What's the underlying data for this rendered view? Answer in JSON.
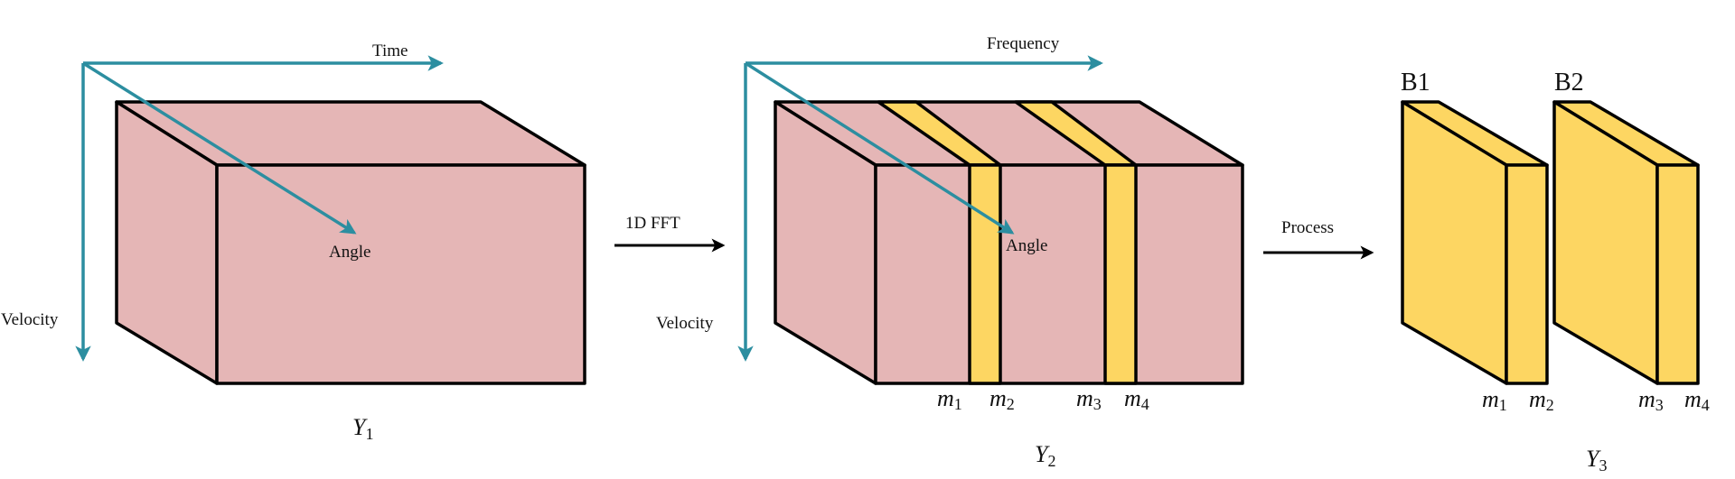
{
  "colors": {
    "cube_fill": "#e5b6b6",
    "band_fill": "#fdd662",
    "axis_color": "#2c8ea0",
    "edge_color": "#000000"
  },
  "cube1": {
    "axis_time": "Time",
    "axis_angle": "Angle",
    "axis_velocity": "Velocity",
    "label_base": "Y",
    "label_sub": "1"
  },
  "step1": {
    "label": "1D FFT"
  },
  "cube2": {
    "axis_frequency": "Frequency",
    "axis_angle": "Angle",
    "axis_velocity": "Velocity",
    "label_base": "Y",
    "label_sub": "2",
    "markers": [
      {
        "base": "m",
        "sub": "1"
      },
      {
        "base": "m",
        "sub": "2"
      },
      {
        "base": "m",
        "sub": "3"
      },
      {
        "base": "m",
        "sub": "4"
      }
    ]
  },
  "step2": {
    "label": "Process"
  },
  "blocks": {
    "b1_label": "B1",
    "b2_label": "B2",
    "label_base": "Y",
    "label_sub": "3",
    "markers": [
      {
        "base": "m",
        "sub": "1"
      },
      {
        "base": "m",
        "sub": "2"
      },
      {
        "base": "m",
        "sub": "3"
      },
      {
        "base": "m",
        "sub": "4"
      }
    ]
  }
}
